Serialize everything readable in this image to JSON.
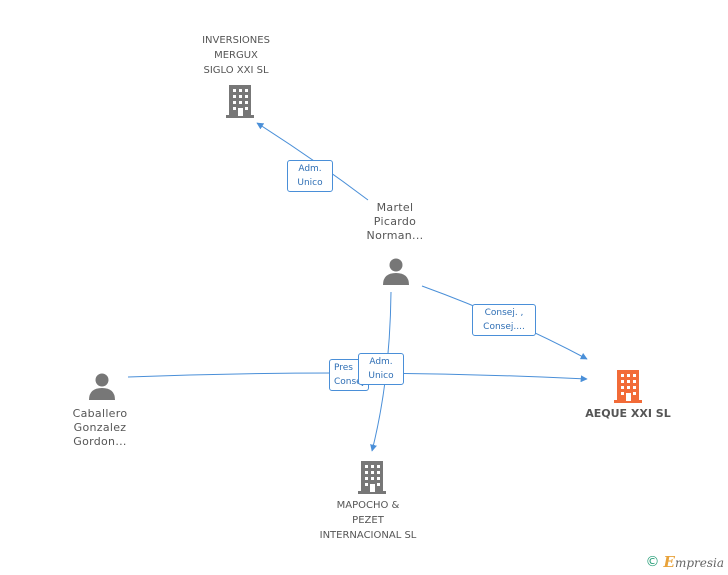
{
  "nodes": {
    "inversiones": {
      "lines": [
        "INVERSIONES",
        "MERGUX",
        "SIGLO XXI SL"
      ],
      "icon": "building-icon",
      "color": "#777777"
    },
    "martel": {
      "lines": [
        "Martel",
        "Picardo",
        "Norman..."
      ],
      "icon": "person-icon",
      "color": "#777777"
    },
    "caballero": {
      "lines": [
        "Caballero",
        "Gonzalez",
        "Gordon..."
      ],
      "icon": "person-icon",
      "color": "#777777"
    },
    "aeque": {
      "lines": [
        "AEQUE XXI SL"
      ],
      "icon": "building-icon",
      "color": "#f26b38"
    },
    "mapocho": {
      "lines": [
        "MAPOCHO &",
        "PEZET",
        "INTERNACIONAL SL"
      ],
      "icon": "building-icon",
      "color": "#777777"
    }
  },
  "edge_labels": {
    "martel_inversiones": [
      "Adm.",
      "Unico"
    ],
    "martel_aeque": [
      "Consej. ,",
      "Consej...."
    ],
    "caballero_aeque": [
      "Pres",
      "Consej"
    ],
    "martel_mapocho": [
      "Adm.",
      "Unico"
    ]
  },
  "footer": {
    "copyright": "©",
    "brand_initial": "E",
    "brand_rest": "mpresia"
  },
  "colors": {
    "edge": "#4a8fd8",
    "main_company": "#f26b38",
    "node": "#777777"
  }
}
